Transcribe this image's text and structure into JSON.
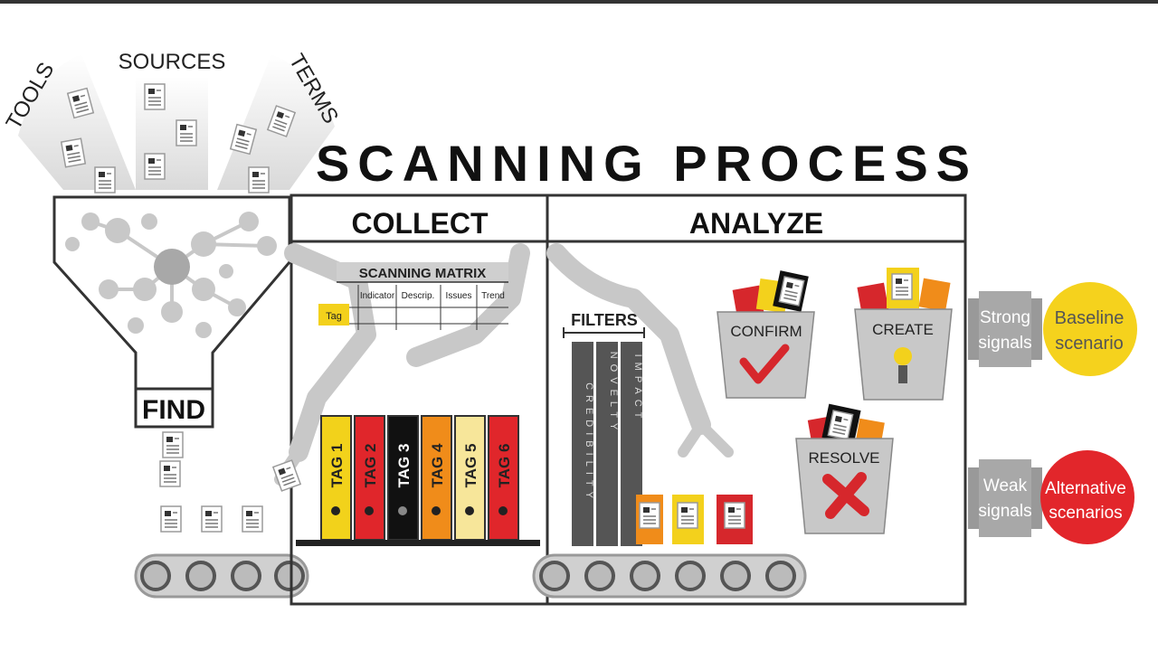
{
  "title": "SCANNING PROCESS",
  "inputs": {
    "tools": "TOOLS",
    "sources": "SOURCES",
    "terms": "TERMS"
  },
  "stages": {
    "find": "FIND",
    "collect": "COLLECT",
    "analyze": "ANALYZE"
  },
  "matrix": {
    "title": "SCANNING MATRIX",
    "columns": [
      "Indicator",
      "Descrip.",
      "Issues",
      "Trend"
    ],
    "row_tag": "Tag"
  },
  "tags": [
    {
      "label": "TAG 1",
      "color": "#f2d21b"
    },
    {
      "label": "TAG 2",
      "color": "#e0262b"
    },
    {
      "label": "TAG 3",
      "color": "#111111"
    },
    {
      "label": "TAG 4",
      "color": "#f08c1a"
    },
    {
      "label": "TAG 5",
      "color": "#f7e69a"
    },
    {
      "label": "TAG 6",
      "color": "#e0262b"
    }
  ],
  "filters": {
    "title": "FILTERS",
    "items": [
      "CREDIBILITY",
      "NOVELTY",
      "IMPACT"
    ]
  },
  "bins": {
    "confirm": "CONFIRM",
    "create": "CREATE",
    "resolve": "RESOLVE"
  },
  "outputs": {
    "strong": {
      "signal_line1": "Strong",
      "signal_line2": "signals",
      "result_line1": "Baseline",
      "result_line2": "scenario",
      "color": "#f5d21d"
    },
    "weak": {
      "signal_line1": "Weak",
      "signal_line2": "signals",
      "result_line1": "Alternative",
      "result_line2": "scenarios",
      "color": "#e2262b"
    }
  },
  "colors": {
    "gray": "#c8c8c8",
    "dark_gray": "#8a8a8a",
    "red": "#d6272c",
    "yellow": "#f3d11c",
    "orange": "#f08c1a",
    "black": "#111111"
  }
}
